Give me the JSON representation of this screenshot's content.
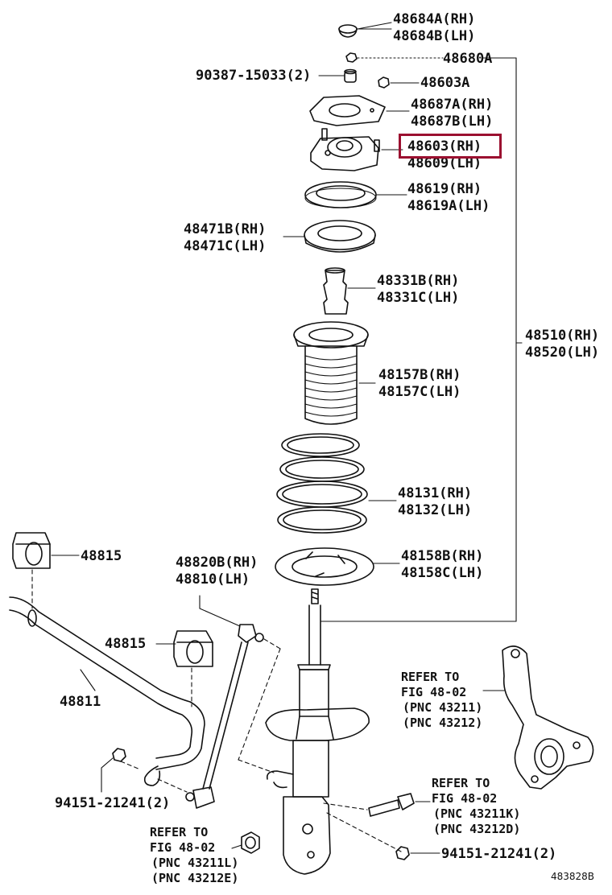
{
  "figure_id": "483828B",
  "highlight_color": "#9b1030",
  "parts": {
    "p48684": [
      "48684A(RH)",
      "48684B(LH)"
    ],
    "p48680": "48680A",
    "p90387": "90387-15033(2)",
    "p48603A": "48603A",
    "p48687": [
      "48687A(RH)",
      "48687B(LH)"
    ],
    "p48603": [
      "48603(RH)",
      "48609(LH)"
    ],
    "p48619": [
      "48619(RH)",
      "48619A(LH)"
    ],
    "p48471": [
      "48471B(RH)",
      "48471C(LH)"
    ],
    "p48331": [
      "48331B(RH)",
      "48331C(LH)"
    ],
    "p48510": [
      "48510(RH)",
      "48520(LH)"
    ],
    "p48157": [
      "48157B(RH)",
      "48157C(LH)"
    ],
    "p48131": [
      "48131(RH)",
      "48132(LH)"
    ],
    "p48815a": "48815",
    "p48815b": "48815",
    "p48820": [
      "48820B(RH)",
      "48810(LH)"
    ],
    "p48158": [
      "48158B(RH)",
      "48158C(LH)"
    ],
    "p48811": "48811",
    "p94151a": "94151-21241(2)",
    "p94151b": "94151-21241(2)"
  },
  "refs": {
    "knuckle": [
      "REFER TO",
      "FIG 48-02",
      "(PNC 43211)",
      "(PNC 43212)"
    ],
    "bolt": [
      "REFER TO",
      "FIG 48-02",
      "(PNC 43211K)",
      "(PNC 43212D)"
    ],
    "nut": [
      "REFER TO",
      "FIG 48-02",
      "(PNC 43211L)",
      "(PNC 43212E)"
    ]
  }
}
